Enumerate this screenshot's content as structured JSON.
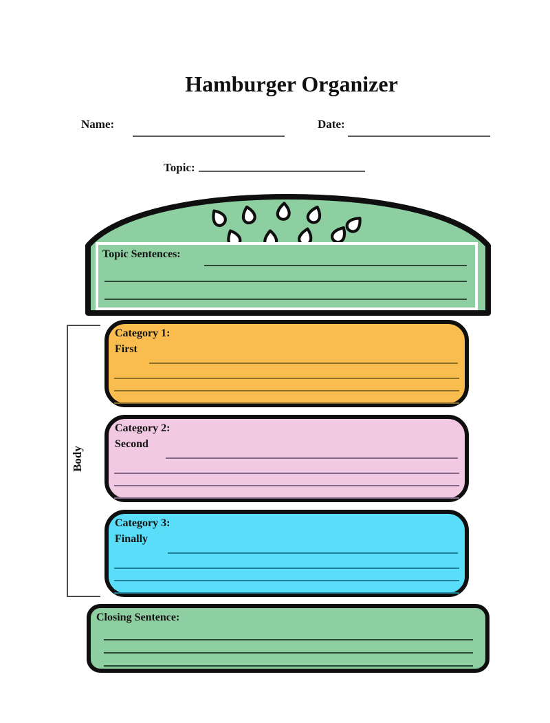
{
  "title": "Hamburger Organizer",
  "header_fields": {
    "name_label": "Name:",
    "date_label": "Date:",
    "topic_label": "Topic:"
  },
  "top_bun": {
    "label": "Topic Sentences:",
    "fill": "#8ECFA1",
    "line_color": "#2B4936",
    "seed_fill": "#FFFFFF"
  },
  "body_bracket": {
    "label": "Body"
  },
  "categories": [
    {
      "heading": "Category 1:",
      "transition": "First",
      "fill": "#F9BC4F",
      "line_color": "#8A6D26"
    },
    {
      "heading": "Category 2:",
      "transition": "Second",
      "fill": "#F2C9E3",
      "line_color": "#84688A"
    },
    {
      "heading": "Category 3:",
      "transition": "Finally",
      "fill": "#59DDF8",
      "line_color": "#1E7F99"
    }
  ],
  "bottom_bun": {
    "label": "Closing Sentence:",
    "fill": "#8ECFA1",
    "line_color": "#274532"
  },
  "colors": {
    "outline": "#0F0F0F",
    "header_rule_gray": "#595959",
    "bracket_gray": "#4A4A4A"
  }
}
